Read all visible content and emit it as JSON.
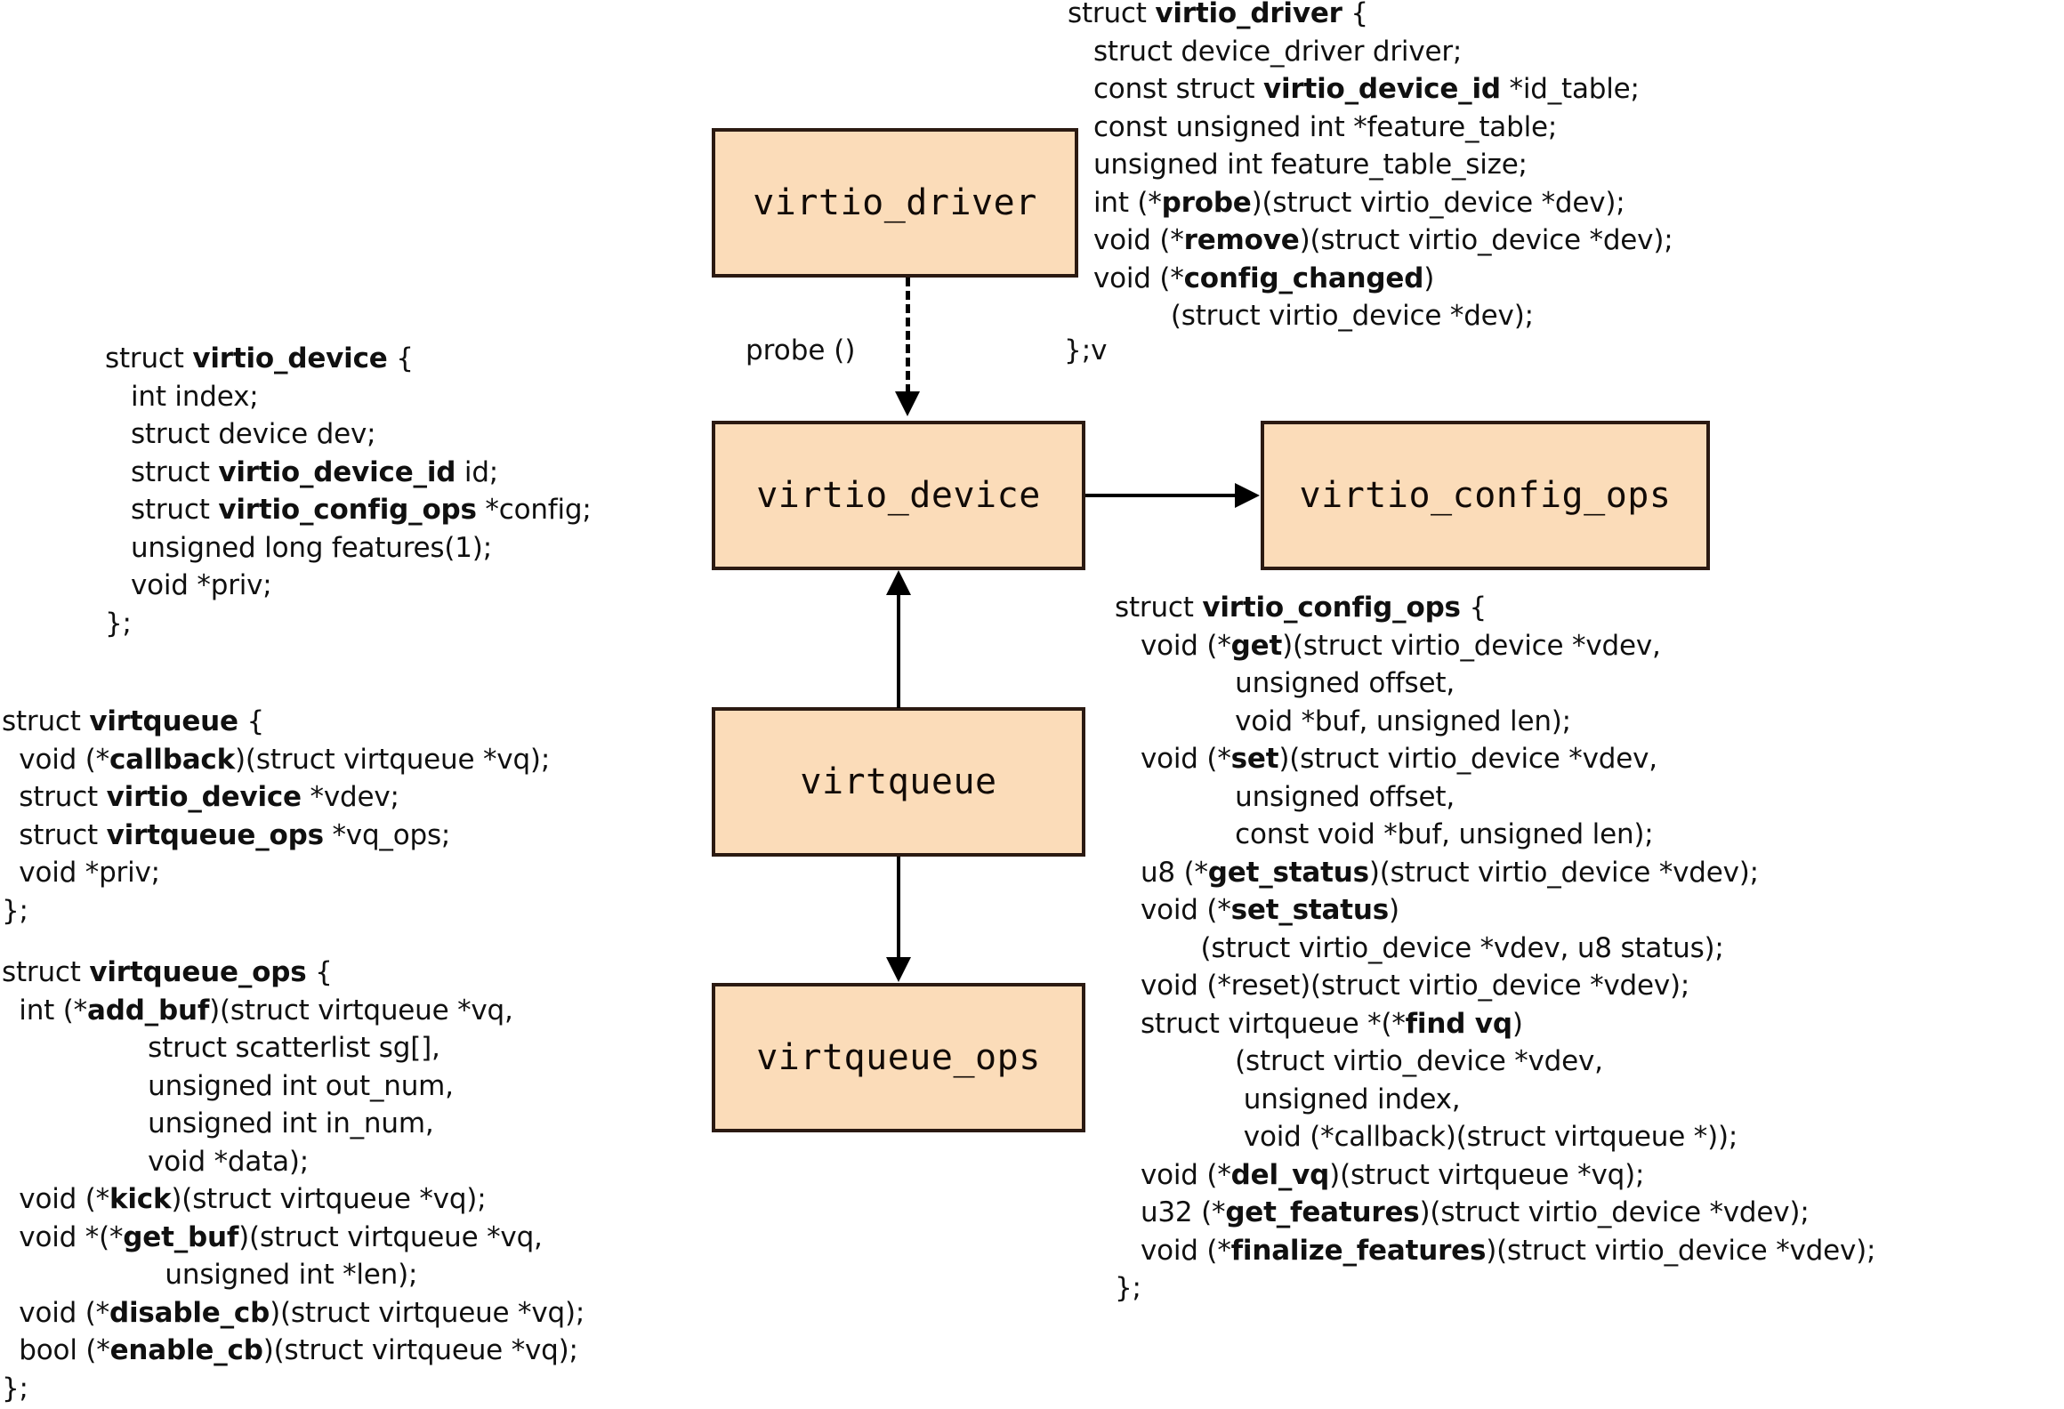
{
  "diagram": {
    "title": "virtio driver/device structure diagram",
    "colors": {
      "node_fill": "#fbdcb9",
      "node_border": "#2b1a12",
      "connector": "#000000",
      "text": "#101010",
      "background": "#ffffff"
    },
    "nodes": [
      {
        "id": "virtio_driver",
        "label": "virtio_driver"
      },
      {
        "id": "virtio_device",
        "label": "virtio_device"
      },
      {
        "id": "virtio_config_ops",
        "label": "virtio_config_ops"
      },
      {
        "id": "virtqueue",
        "label": "virtqueue"
      },
      {
        "id": "virtqueue_ops",
        "label": "virtqueue_ops"
      }
    ],
    "edges": [
      {
        "from": "virtio_driver",
        "to": "virtio_device",
        "style": "dashed",
        "label": "probe ()",
        "direction": "down"
      },
      {
        "from": "virtio_device",
        "to": "virtio_config_ops",
        "style": "solid",
        "label": "",
        "direction": "right"
      },
      {
        "from": "virtqueue",
        "to": "virtio_device",
        "style": "solid",
        "label": "",
        "direction": "up"
      },
      {
        "from": "virtqueue",
        "to": "virtqueue_ops",
        "style": "solid",
        "label": "",
        "direction": "down"
      }
    ],
    "stray_text": "};v"
  },
  "code": {
    "virtio_driver": {
      "lines": [
        {
          "t": "struct ",
          "b": "virtio_driver",
          "t2": " {"
        },
        {
          "t": "   struct device_driver driver;"
        },
        {
          "t": "   const struct ",
          "b": "virtio_device_id",
          "t2": " *id_table;"
        },
        {
          "t": "   const unsigned int *feature_table;"
        },
        {
          "t": "   unsigned int feature_table_size;"
        },
        {
          "t": "   int (*",
          "b": "probe",
          "t2": ")(struct virtio_device *dev);"
        },
        {
          "t": "   void (*",
          "b": "remove",
          "t2": ")(struct virtio_device *dev);"
        },
        {
          "t": "   void (*",
          "b": "config_changed",
          "t2": ")"
        },
        {
          "t": "            (struct virtio_device *dev);"
        }
      ]
    },
    "virtio_device": {
      "lines": [
        {
          "t": "struct ",
          "b": "virtio_device",
          "t2": " {"
        },
        {
          "t": "   int index;"
        },
        {
          "t": "   struct device dev;"
        },
        {
          "t": "   struct ",
          "b": "virtio_device_id",
          "t2": " id;"
        },
        {
          "t": "   struct ",
          "b": "virtio_config_ops",
          "t2": " *config;"
        },
        {
          "t": "   unsigned long features(1);"
        },
        {
          "t": "   void *priv;"
        },
        {
          "t": "};"
        }
      ]
    },
    "virtqueue": {
      "lines": [
        {
          "t": "struct ",
          "b": "virtqueue",
          "t2": " {"
        },
        {
          "t": "  void (*",
          "b": "callback",
          "t2": ")(struct virtqueue *vq);"
        },
        {
          "t": "  struct ",
          "b": "virtio_device",
          "t2": " *vdev;"
        },
        {
          "t": "  struct ",
          "b": "virtqueue_ops",
          "t2": " *vq_ops;"
        },
        {
          "t": "  void *priv;"
        },
        {
          "t": "};"
        }
      ]
    },
    "virtqueue_ops": {
      "lines": [
        {
          "t": "struct ",
          "b": "virtqueue_ops",
          "t2": " {"
        },
        {
          "t": "  int (*",
          "b": "add_buf",
          "t2": ")(struct virtqueue *vq,"
        },
        {
          "t": "                 struct scatterlist sg[],"
        },
        {
          "t": "                 unsigned int out_num,"
        },
        {
          "t": "                 unsigned int in_num,"
        },
        {
          "t": "                 void *data);"
        },
        {
          "t": "  void (*",
          "b": "kick",
          "t2": ")(struct virtqueue *vq);"
        },
        {
          "t": "  void *(*",
          "b": "get_buf",
          "t2": ")(struct virtqueue *vq,"
        },
        {
          "t": "                   unsigned int *len);"
        },
        {
          "t": "  void (*",
          "b": "disable_cb",
          "t2": ")(struct virtqueue *vq);"
        },
        {
          "t": "  bool (*",
          "b": "enable_cb",
          "t2": ")(struct virtqueue *vq);"
        },
        {
          "t": "};"
        }
      ]
    },
    "virtio_config_ops": {
      "lines": [
        {
          "t": "struct ",
          "b": "virtio_config_ops",
          "t2": " {"
        },
        {
          "t": "   void (*",
          "b": "get",
          "t2": ")(struct virtio_device *vdev,"
        },
        {
          "t": "              unsigned offset,"
        },
        {
          "t": "              void *buf, unsigned len);"
        },
        {
          "t": "   void (*",
          "b": "set",
          "t2": ")(struct virtio_device *vdev,"
        },
        {
          "t": "              unsigned offset,"
        },
        {
          "t": "              const void *buf, unsigned len);"
        },
        {
          "t": "   u8 (*",
          "b": "get_status",
          "t2": ")(struct virtio_device *vdev);"
        },
        {
          "t": "   void (*",
          "b": "set_status",
          "t2": ")"
        },
        {
          "t": "          (struct virtio_device *vdev, u8 status);"
        },
        {
          "t": "   void (*reset)(struct virtio_device *vdev);"
        },
        {
          "t": "   struct virtqueue *(*",
          "b": "find vq",
          "t2": ")"
        },
        {
          "t": "              (struct virtio_device *vdev,"
        },
        {
          "t": "               unsigned index,"
        },
        {
          "t": "               void (*callback)(struct virtqueue *));"
        },
        {
          "t": "   void (*",
          "b": "del_vq",
          "t2": ")(struct virtqueue *vq);"
        },
        {
          "t": "   u32 (*",
          "b": "get_features",
          "t2": ")(struct virtio_device *vdev);"
        },
        {
          "t": "   void (*",
          "b": "finalize_features",
          "t2": ")(struct virtio_device *vdev);"
        },
        {
          "t": "};"
        }
      ]
    }
  }
}
